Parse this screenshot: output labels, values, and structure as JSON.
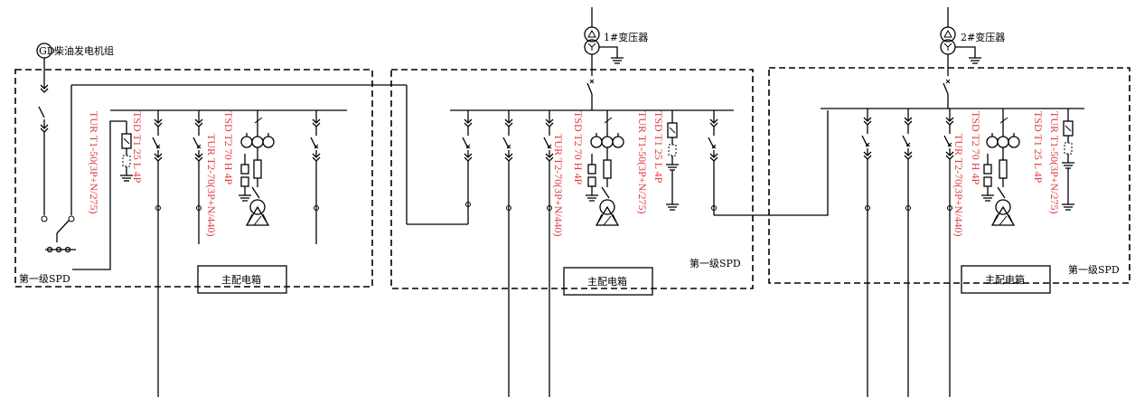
{
  "generator": {
    "symbol": "GD",
    "label": "柴油发电机组"
  },
  "transformers": [
    {
      "label": "1#变压器"
    },
    {
      "label": "2#变压器"
    }
  ],
  "panels": [
    {
      "spd_label": "第一级SPD",
      "box_label": "主配电箱",
      "devices": [
        "TUR T1-50(3P+N/275)",
        "TSD T1 25 L 4P",
        "TUR T2-70(3P+N/440)",
        "TSD T2 70 H 4P"
      ]
    },
    {
      "spd_label": "第一级SPD",
      "box_label": "主配电箱",
      "devices": [
        "TUR T2-70(3P+N/440)",
        "TSD T2 70 H 4P",
        "TUR T1-50(3P+N/275)",
        "TSD T1 25 L 4P"
      ]
    },
    {
      "spd_label": "第一级SPD",
      "box_label": "主配电箱",
      "devices": [
        "TUR T2-70(3P+N/440)",
        "TSD T2 70 H 4P",
        "TSD T1 25 L 4P",
        "TUR T1-50(3P+N/275)"
      ]
    }
  ]
}
